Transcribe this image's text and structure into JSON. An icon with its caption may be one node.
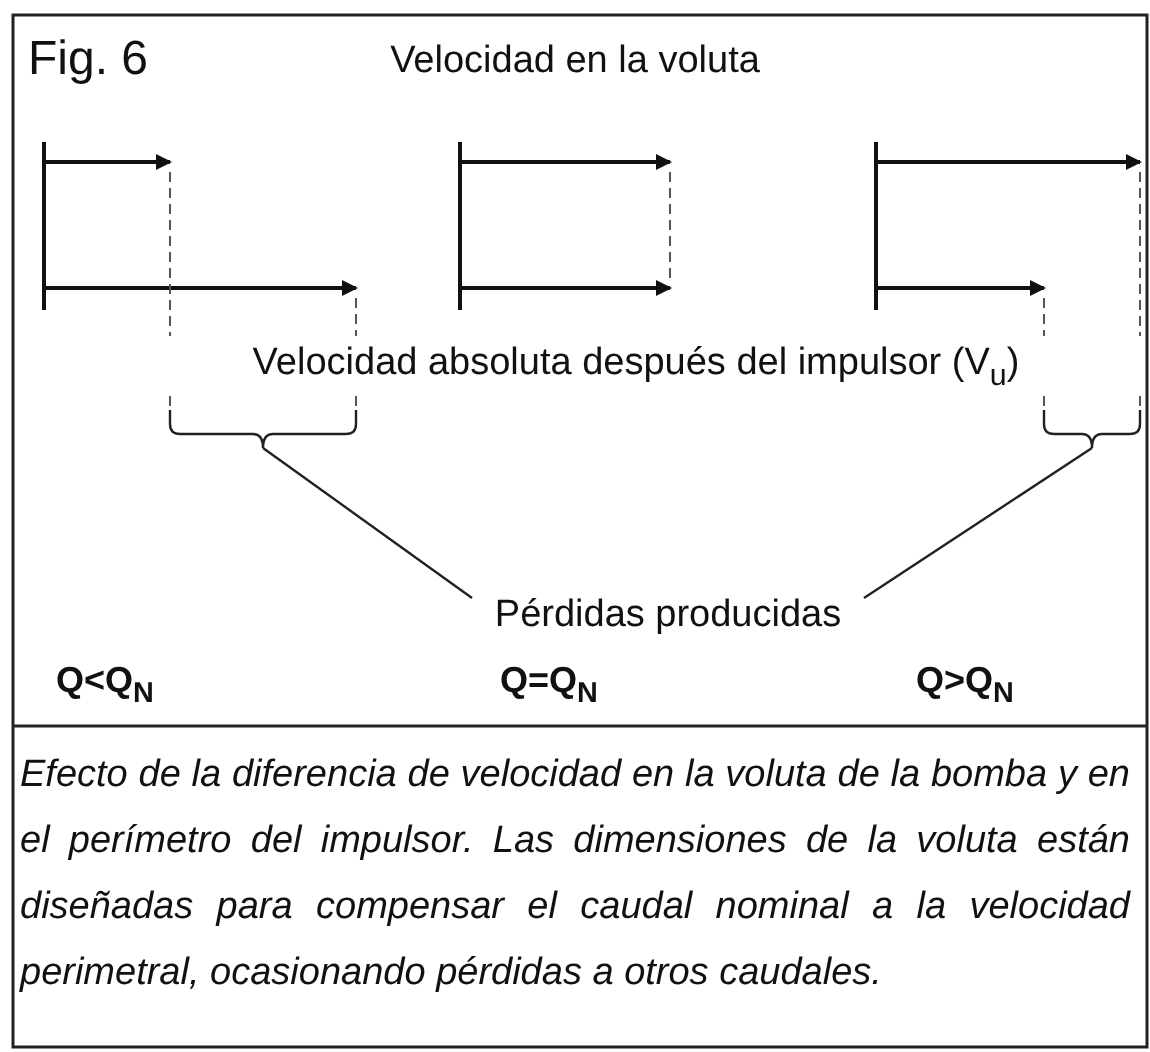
{
  "diagram": {
    "title": "Velocidad en la voluta",
    "caption": "Efecto de la diferencia de velocidad en la voluta de la bomba y en el perímetro del impulsor. Las dimensiones de la voluta están diseñadas para compensar el caudal nominal a la velocidad perimetral, ocasionando pérdidas a otros caudales.",
    "nodes": [
      {
        "text": [
          "Pérdidas producidas"
        ]
      },
      {
        "text": [],
        "shape": "bracket"
      },
      {
        "text": [],
        "shape": "bracket"
      }
    ],
    "edges": [
      {
        "from": 0,
        "to": 1,
        "arrow": "none"
      },
      {
        "from": 0,
        "to": 2,
        "arrow": "none"
      }
    ],
    "labels": [
      "Fig. 6",
      "Velocidad absoluta después del impulsor (V$_{u}$)",
      "Q<Q$_{N}$",
      "Q=Q$_{N}$",
      "Q>Q$_{N}$"
    ]
  }
}
